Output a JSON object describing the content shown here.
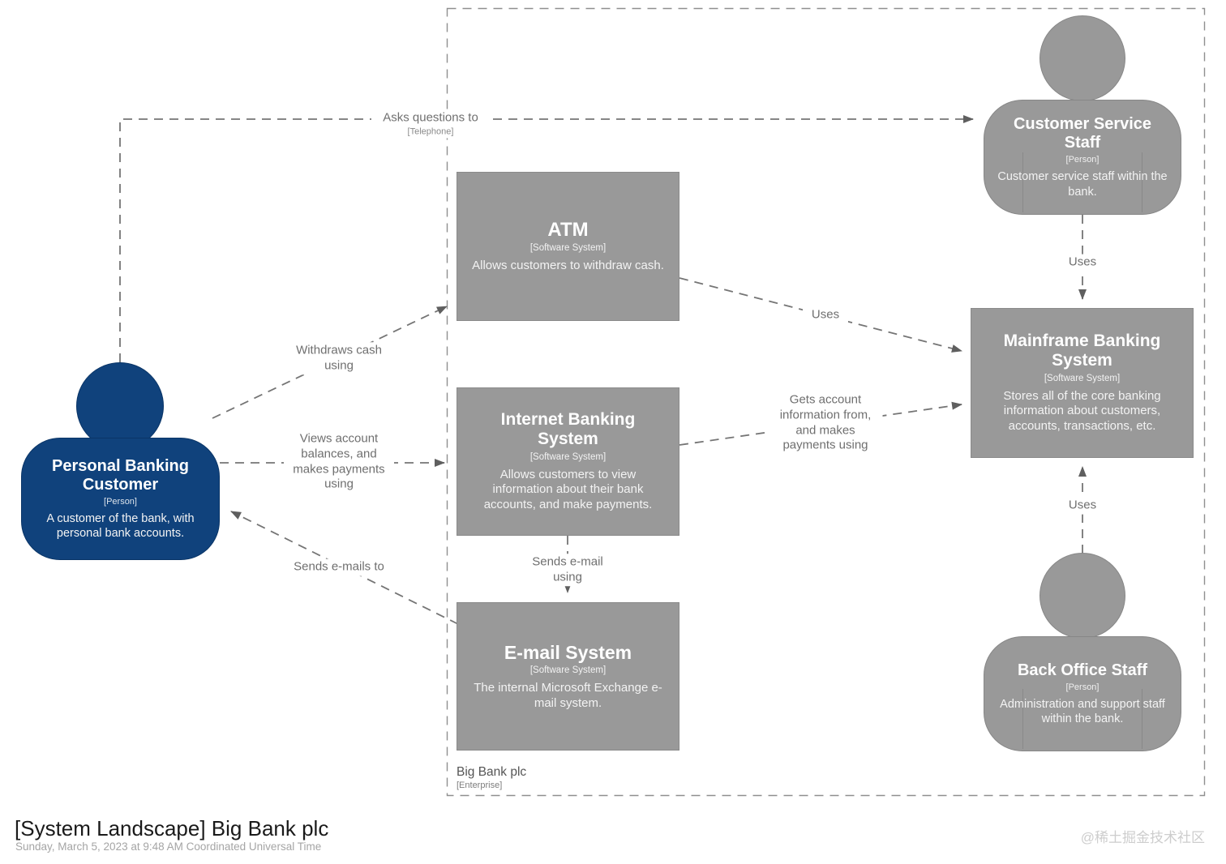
{
  "page": {
    "title": "[System Landscape] Big Bank plc",
    "subtitle": "Sunday, March 5, 2023 at 9:48 AM Coordinated Universal Time",
    "watermark": "@稀土掘金技术社区"
  },
  "colors": {
    "person_fill": "#10427c",
    "system_fill": "#999999",
    "relationship_line": "#757575",
    "arrowhead": "#5f5f5f"
  },
  "boundary": {
    "name": "Big Bank plc",
    "type": "[Enterprise]"
  },
  "nodes": {
    "customer": {
      "name": "Personal Banking Customer",
      "type": "[Person]",
      "description": "A customer of the bank, with personal bank accounts."
    },
    "atm": {
      "name": "ATM",
      "type": "[Software System]",
      "description": "Allows customers to withdraw cash."
    },
    "internet_banking": {
      "name": "Internet Banking System",
      "type": "[Software System]",
      "description": "Allows customers to view information about their bank accounts, and make payments."
    },
    "email": {
      "name": "E-mail System",
      "type": "[Software System]",
      "description": "The internal Microsoft Exchange e-mail system."
    },
    "mainframe": {
      "name": "Mainframe Banking System",
      "type": "[Software System]",
      "description": "Stores all of the core banking information about customers, accounts, transactions, etc."
    },
    "customer_service": {
      "name": "Customer Service Staff",
      "type": "[Person]",
      "description": "Customer service staff within the bank."
    },
    "back_office": {
      "name": "Back Office Staff",
      "type": "[Person]",
      "description": "Administration and support staff within the bank."
    }
  },
  "relationships": {
    "asks_questions": {
      "label": "Asks questions to",
      "technology": "[Telephone]"
    },
    "withdraws_cash": {
      "label": "Withdraws cash using"
    },
    "views_balances": {
      "label": "Views account balances, and makes payments using"
    },
    "sends_emails_to": {
      "label": "Sends e-mails to"
    },
    "sends_email_using": {
      "label": "Sends e-mail using"
    },
    "atm_uses": {
      "label": "Uses"
    },
    "gets_account_info": {
      "label": "Gets account information from, and makes payments using"
    },
    "customer_service_uses": {
      "label": "Uses"
    },
    "back_office_uses": {
      "label": "Uses"
    }
  }
}
